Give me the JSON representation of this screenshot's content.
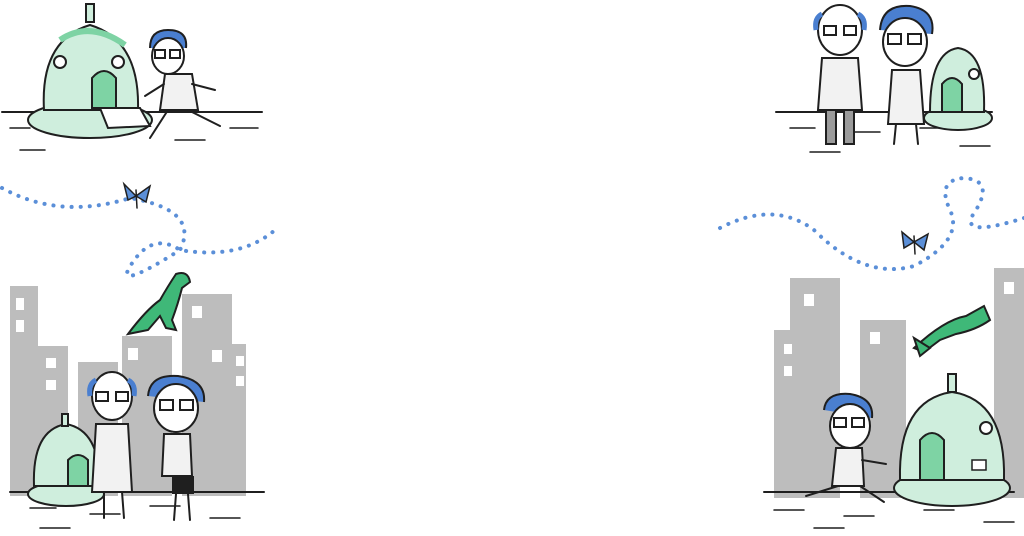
{
  "colors": {
    "background": "#ffffff",
    "outline": "#1f1f1f",
    "building_gray": "#bdbdbd",
    "window_white": "#ffffff",
    "dino_green": "#3fb878",
    "house_mint": "#cfeedd",
    "house_mint_dark": "#7ed3a4",
    "hair_blue": "#4a7fd0",
    "butterfly_blue": "#5b8fd8",
    "trail_blue": "#5b8fd8",
    "shorts_black": "#1f1f1f",
    "coat": "#f2f2f2",
    "trousers_gray": "#9b9b9b"
  },
  "scenes": {
    "top_left": [
      "dome-house",
      "young-scientist-running"
    ],
    "top_right": [
      "old-scientist",
      "young-scientist",
      "dome-house"
    ],
    "bottom_left": [
      "butterfly",
      "dotted-trail",
      "dinosaur",
      "city-buildings",
      "dome-house",
      "old-scientist",
      "young-scientist"
    ],
    "bottom_right": [
      "dotted-trail",
      "butterfly",
      "city-buildings",
      "dinosaur-falling",
      "young-scientist-running",
      "dome-house"
    ]
  }
}
